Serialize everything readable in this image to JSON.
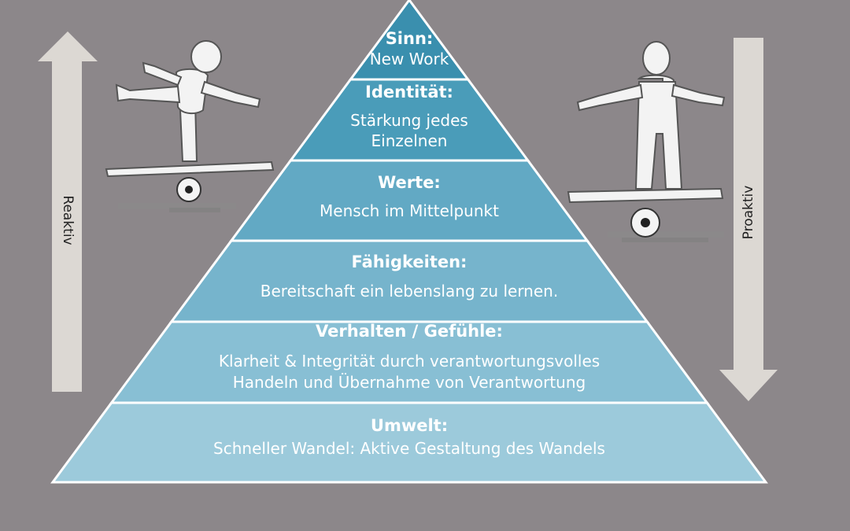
{
  "pyramid": {
    "levels": [
      {
        "title": "Sinn:",
        "text": [
          "New Work"
        ],
        "color": "#3a8fae"
      },
      {
        "title": "Identität:",
        "text": [
          "Stärkung jedes",
          "Einzelnen"
        ],
        "color": "#4a9cb9"
      },
      {
        "title": "Werte:",
        "text": [
          "Mensch im Mittelpunkt"
        ],
        "color": "#62a9c4"
      },
      {
        "title": "Fähigkeiten:",
        "text": [
          "Bereitschaft ein lebenslang zu lernen."
        ],
        "color": "#76b4cc"
      },
      {
        "title": "Verhalten / Gefühle:",
        "text": [
          "Klarheit & Integrität durch verantwortungsvolles",
          "Handeln und Übernahme von Verantwortung"
        ],
        "color": "#88bfd4"
      },
      {
        "title": "Umwelt:",
        "text": [
          "Schneller Wandel: Aktive Gestaltung des Wandels"
        ],
        "color": "#9ccadb"
      }
    ]
  },
  "arrows": {
    "left": {
      "label": "Reaktiv",
      "direction": "up"
    },
    "right": {
      "label": "Proaktiv",
      "direction": "down"
    }
  },
  "colors": {
    "background": "#8c878a",
    "arrow_fill": "#dcd8d3"
  },
  "figures": {
    "left": "balancing-figure-on-one-leg",
    "right": "balancing-figure-standing"
  }
}
